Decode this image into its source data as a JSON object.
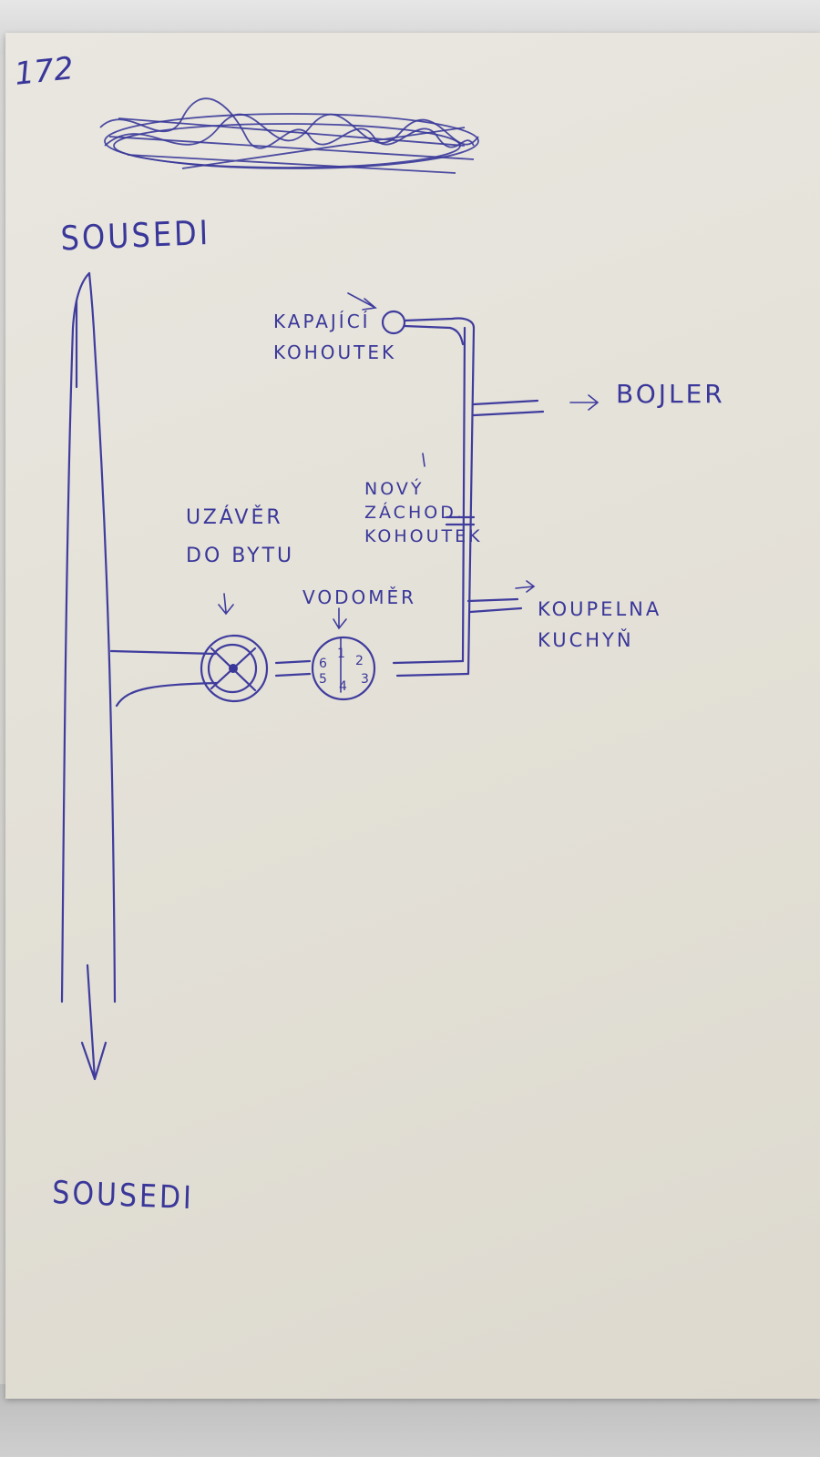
{
  "page_number": "172",
  "labels": {
    "top": "SOUSEDI",
    "bottom": "SOUSEDI",
    "dripping_valve": [
      "KAPAJÍCÍ",
      "KOHOUTEK"
    ],
    "boiler": "BOJLER",
    "new_toilet_valve": [
      "NOVÝ",
      "ZÁCHOD.",
      "KOHOUTEK"
    ],
    "shutoff": [
      "UZÁVĚR",
      "DO BYTU"
    ],
    "water_meter": "VODOMĚR",
    "bath_kitchen": [
      "KOUPELNA",
      "KUCHYŇ"
    ]
  },
  "meter_digits": [
    "6",
    "1",
    "2",
    "3",
    "4",
    "5"
  ],
  "ink_color": "#3a379a",
  "paper_color": "#e6e3da"
}
